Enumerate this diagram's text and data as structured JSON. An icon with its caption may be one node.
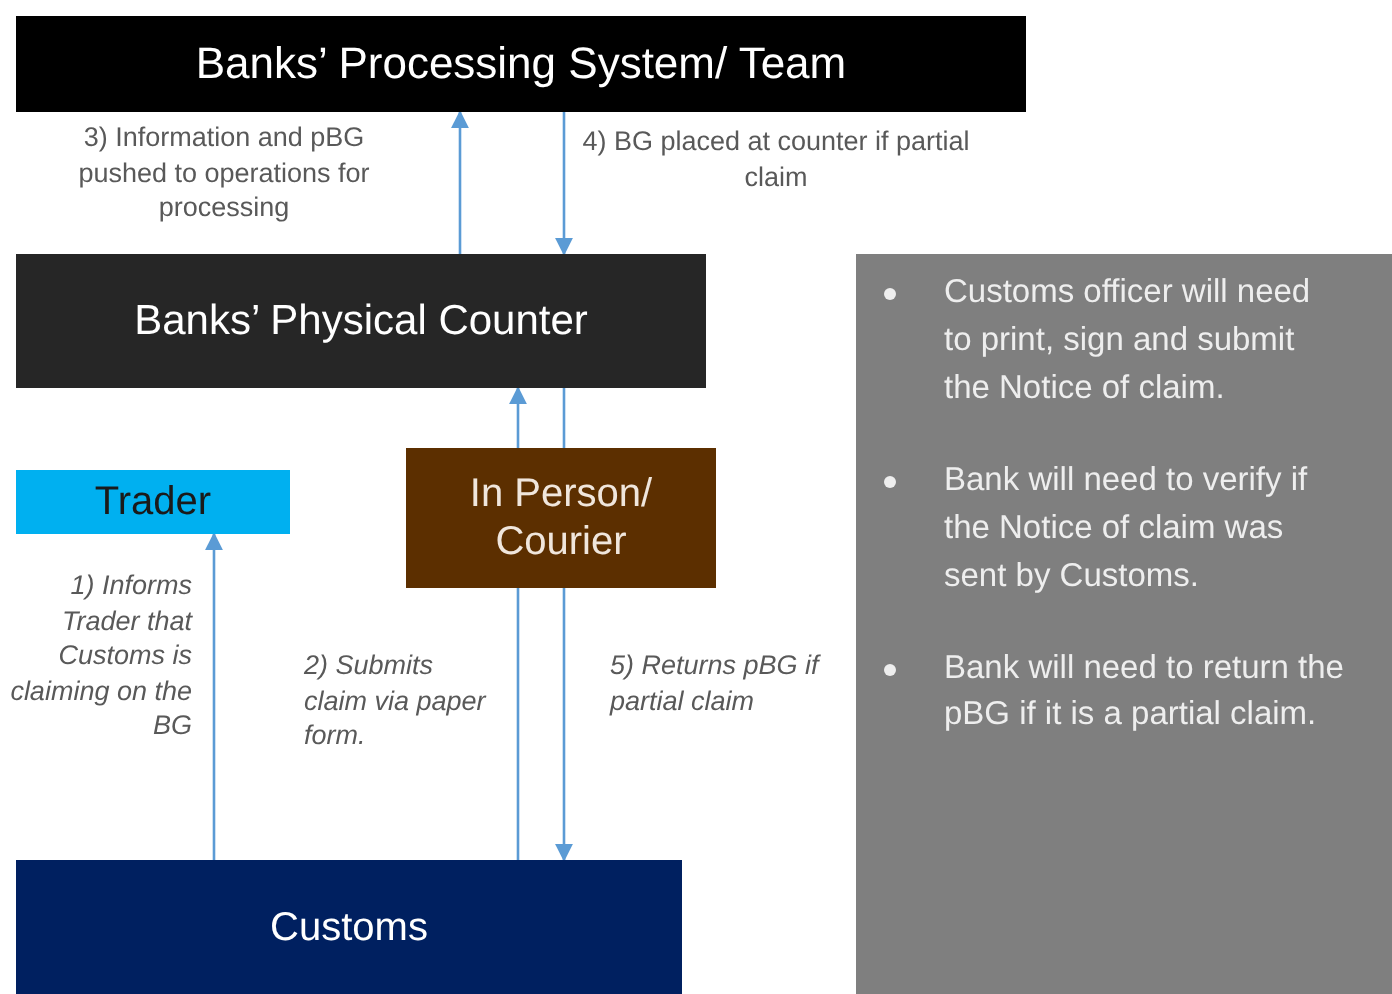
{
  "diagram": {
    "nodes": [
      {
        "text": [
          "Banks’ Processing System/ Team"
        ]
      },
      {
        "text": [
          "Banks’ Physical Counter"
        ]
      },
      {
        "text": [
          "Trader"
        ]
      },
      {
        "text": [
          "In Person/ Courier"
        ]
      },
      {
        "text": [
          "Customs"
        ]
      },
      {
        "text": [
          "Customs officer will need to print, sign and submit the Notice of claim.",
          "Bank will need to verify if the Notice of claim was sent by Customs.",
          "Bank will need to return the pBG if it is a partial claim."
        ]
      }
    ],
    "edges": [
      {
        "from": 1,
        "to": 0,
        "arrow": "to",
        "label": "3) Information and pBG pushed to operations for processing"
      },
      {
        "from": 0,
        "to": 1,
        "arrow": "to",
        "label": "4) BG placed at counter if partial claim"
      },
      {
        "from": 4,
        "to": 2,
        "arrow": "to",
        "label": "1) Informs Trader that Customs is claiming on the BG"
      },
      {
        "from": 4,
        "to": 3,
        "arrow": "none",
        "label": "2) Submits claim via paper form."
      },
      {
        "from": 3,
        "to": 1,
        "arrow": "to"
      },
      {
        "from": 1,
        "to": 3,
        "arrow": "none"
      },
      {
        "from": 3,
        "to": 4,
        "arrow": "to",
        "label": "5) Returns pBG if partial claim"
      }
    ]
  }
}
